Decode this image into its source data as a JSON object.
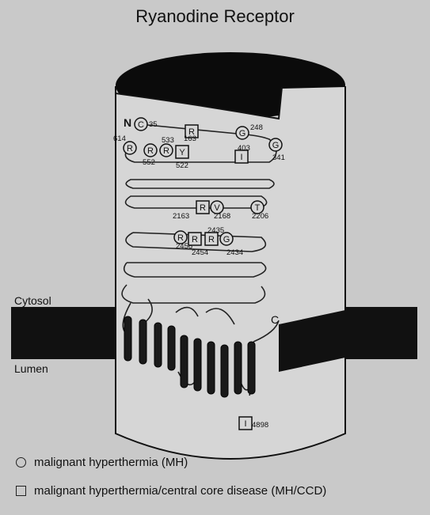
{
  "title": "Ryanodine Receptor",
  "compartments": {
    "cytosol": "Cytosol",
    "lumen": "Lumen"
  },
  "termini": {
    "n": "N",
    "c": "C"
  },
  "mutations": [
    {
      "res": "C",
      "pos": "35",
      "shape": "circle"
    },
    {
      "res": "R",
      "pos": "163",
      "shape": "square"
    },
    {
      "res": "G",
      "pos": "248",
      "shape": "circle"
    },
    {
      "res": "R",
      "pos": "614",
      "shape": "circle"
    },
    {
      "res": "R",
      "pos": "552",
      "shape": "circle"
    },
    {
      "res": "R",
      "pos": "533",
      "shape": "circle"
    },
    {
      "res": "Y",
      "pos": "522",
      "shape": "square"
    },
    {
      "res": "I",
      "pos": "403",
      "shape": "square"
    },
    {
      "res": "G",
      "pos": "341",
      "shape": "circle"
    },
    {
      "res": "R",
      "pos": "2163",
      "shape": "square"
    },
    {
      "res": "V",
      "pos": "2168",
      "shape": "circle"
    },
    {
      "res": "T",
      "pos": "2206",
      "shape": "circle"
    },
    {
      "res": "R",
      "pos": "2458",
      "shape": "circle"
    },
    {
      "res": "R",
      "pos": "2454",
      "shape": "square"
    },
    {
      "res": "R",
      "pos": "2435",
      "shape": "square"
    },
    {
      "res": "G",
      "pos": "2434",
      "shape": "circle"
    },
    {
      "res": "I",
      "pos": "4898",
      "shape": "square"
    }
  ],
  "legend": [
    {
      "shape": "circle",
      "text": "malignant hyperthermia (MH)"
    },
    {
      "shape": "square",
      "text": "malignant hyperthermia/central core disease (MH/CCD)"
    }
  ]
}
